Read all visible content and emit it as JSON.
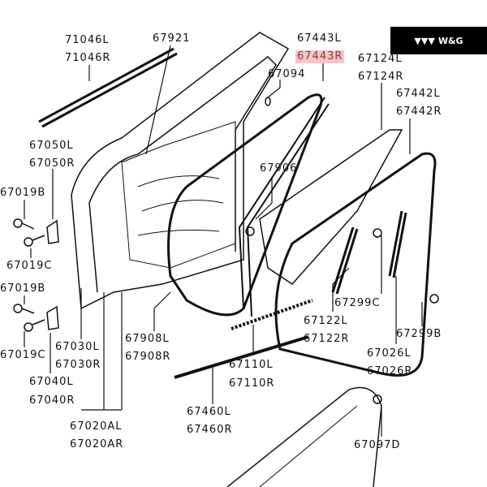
{
  "badge": {
    "icon": "triple-chevron-logo-icon",
    "text": "W&G"
  },
  "labels": {
    "p71046L": "71046L",
    "p71046R": "71046R",
    "p67921": "67921",
    "p67443L": "67443L",
    "p67443R": "67443R",
    "p67094": "67094",
    "p67124L": "67124L",
    "p67124R": "67124R",
    "p67442L": "67442L",
    "p67442R": "67442R",
    "p67050L": "67050L",
    "p67050R": "67050R",
    "p67019B_1": "67019B",
    "p67019C_1": "67019C",
    "p67019B_2": "67019B",
    "p67019C_2": "67019C",
    "p67906": "67906",
    "p67299C": "67299C",
    "p67299B": "67299B",
    "p67122L": "67122L",
    "p67122R": "67122R",
    "p67908L": "67908L",
    "p67908R": "67908R",
    "p67030L": "67030L",
    "p67030R": "67030R",
    "p67026L": "67026L",
    "p67026R": "67026R",
    "p67040L": "67040L",
    "p67040R": "67040R",
    "p67110L": "67110L",
    "p67110R": "67110R",
    "p67460L": "67460L",
    "p67460R": "67460R",
    "p67020AL": "67020AL",
    "p67020AR": "67020AR",
    "p67097D": "67097D"
  },
  "highlight_color": "#f2c6c8"
}
